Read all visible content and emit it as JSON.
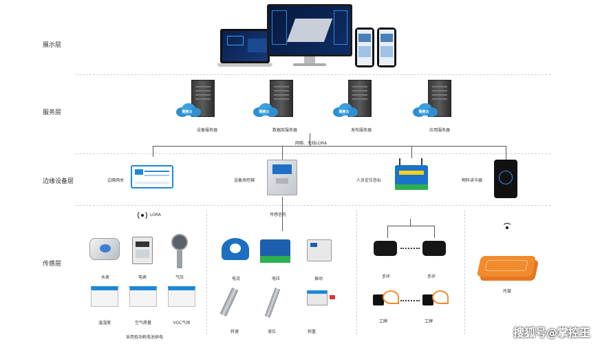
{
  "layers": {
    "display": "展示层",
    "service": "服务层",
    "edge": "边缘设备层",
    "sensing": "传感层"
  },
  "service": {
    "clouds": [
      "赛奥云",
      "赛奥云",
      "赛奥云",
      "赛奥云"
    ],
    "servers": [
      "设备服务器",
      "数据库服务器",
      "发布服务器",
      "应用服务器"
    ],
    "link_label": "网络、无线LORA"
  },
  "edge": {
    "devices": [
      "边缘网关",
      "设备测控箱",
      "人员定位信标",
      "物料读卡器"
    ]
  },
  "sensing": {
    "lora_label": "LORA",
    "signal_label": "传感信号",
    "group1": [
      "水表",
      "电表",
      "气压",
      "温湿度",
      "空气质量",
      "VOC气体"
    ],
    "group1_note": "采用低功耗电池供电",
    "group2": [
      "电流",
      "电压",
      "振动",
      "转速",
      "液位",
      "称重"
    ],
    "group3": [
      "手环",
      "手环",
      "工牌",
      "工牌"
    ],
    "group4": [
      "托盘"
    ]
  },
  "watermark": "搜狐号@掌控王",
  "colors": {
    "cloud": "#2f8fd0",
    "edge_box": "#1e88d8",
    "tray": "#f28a2e"
  }
}
